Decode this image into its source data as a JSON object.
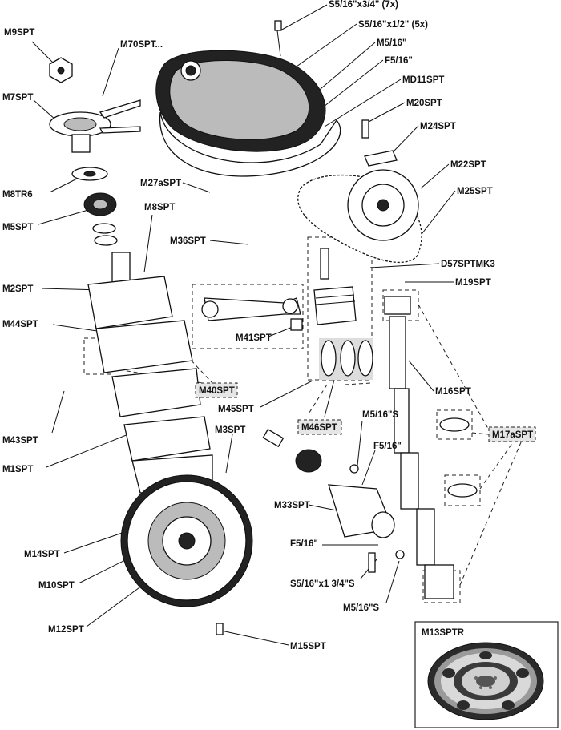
{
  "labels": {
    "m9spt": "M9SPT",
    "m70spt": "M70SPT...",
    "m7spt": "M7SPT",
    "m8tr6": "M8TR6",
    "m5spt": "M5SPT",
    "m8spt": "M8SPT",
    "m27aspt": "M27aSPT",
    "m36spt": "M36SPT",
    "m2spt": "M2SPT",
    "m44spt": "M44SPT",
    "m41spt": "M41SPT",
    "m40spt": "M40SPT",
    "m43spt": "M43SPT",
    "m1spt": "M1SPT",
    "m3spt": "M3SPT",
    "m45spt": "M45SPT",
    "m46spt": "M46SPT",
    "m14spt": "M14SPT",
    "m10spt": "M10SPT",
    "m12spt": "M12SPT",
    "m15spt": "M15SPT",
    "m33spt": "M33SPT",
    "s5_16x3_4": "S5/16\"x3/4\" (7x)",
    "s5_16x1_2": "S5/16\"x1/2\" (5x)",
    "m5_16": "M5/16\"",
    "f5_16_top": "F5/16\"",
    "md11spt": "MD11SPT",
    "m20spt": "M20SPT",
    "m24spt": "M24SPT",
    "m22spt": "M22SPT",
    "m25spt": "M25SPT",
    "d57sptmk3": "D57SPTMK3",
    "m19spt": "M19SPT",
    "m16spt": "M16SPT",
    "m17aspt": "M17aSPT",
    "m5_16s_upper": "M5/16\"S",
    "f5_16_mid": "F5/16\"",
    "f5_16_low": "F5/16\"",
    "s5_16x1_3_4s": "S5/16\"x1 3/4\"S",
    "m5_16s_lower": "M5/16\"S"
  },
  "inset": {
    "title": "M13SPTR"
  }
}
